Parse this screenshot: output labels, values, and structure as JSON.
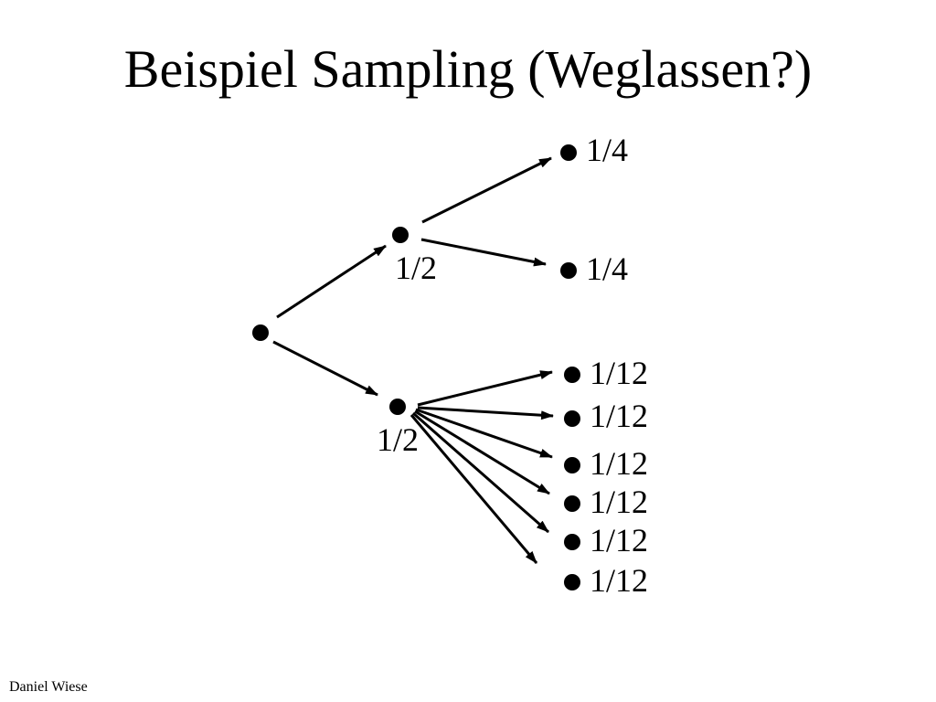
{
  "slide": {
    "title": "Beispiel Sampling (Weglassen?)",
    "author": "Daniel Wiese"
  },
  "tree": {
    "root": {
      "label": ""
    },
    "branches": [
      {
        "label": "1/2",
        "leaves": [
          "1/4",
          "1/4"
        ]
      },
      {
        "label": "1/2",
        "leaves": [
          "1/12",
          "1/12",
          "1/12",
          "1/12",
          "1/12",
          "1/12"
        ]
      }
    ]
  }
}
